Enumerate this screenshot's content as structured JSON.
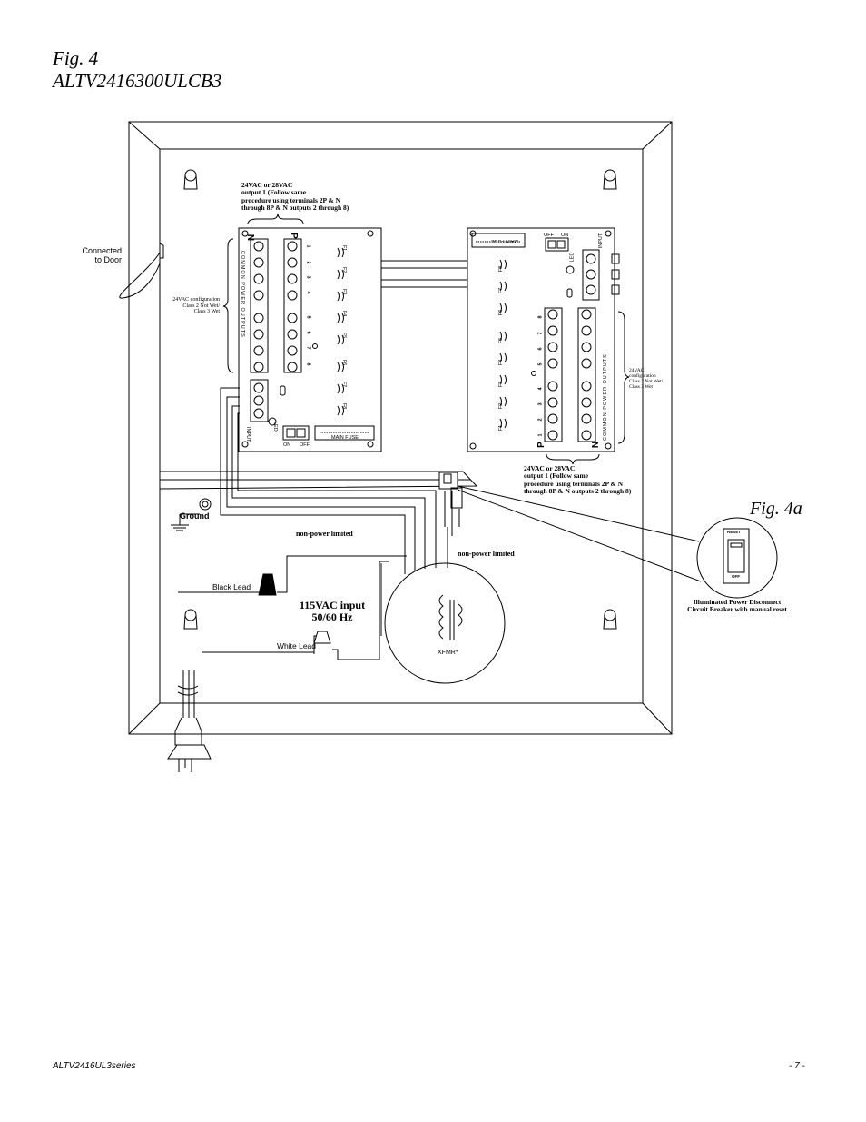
{
  "header": {
    "fig_number": "Fig. 4",
    "model": "ALTV2416300ULCB3"
  },
  "fig4a": {
    "title": "Fig. 4a",
    "caption": "Illuminated Power Disconnect\nCircuit Breaker with manual reset",
    "reset_label": "RESET",
    "off_label": "OFF"
  },
  "left_board": {
    "output_note": "24VAC or 28VAC\noutput 1 (Follow same\nprocedure using terminals 2P & N\nthrough 8P & N outputs 2 through 8)",
    "config_note": "24VAC configuration\nClass 2 Not Wet/\nClass 3 Wet",
    "n_label": "N",
    "p_label": "P",
    "vertical_label": "COMMON   POWER   OUTPUTS",
    "input_label": "INPUT",
    "led_label": "LED",
    "on_label": "ON",
    "off_label": "OFF",
    "main_fuse": "MAIN FUSE",
    "output_numbers": [
      "1",
      "2",
      "3",
      "4",
      "5",
      "6",
      "7",
      "8"
    ],
    "fuses": [
      "F1",
      "F2",
      "F3",
      "F4",
      "F5",
      "F6",
      "F7",
      "F8"
    ]
  },
  "right_board": {
    "output_note": "24VAC or 28VAC\noutput 1 (Follow same\nprocedure using terminals 2P & N\nthrough 8P & N outputs 2 through 8)",
    "config_note": "24VAC\nconfiguration\nClass 2 Not Wet/\nClass 3 Wet",
    "n_label": "N",
    "p_label": "P",
    "vertical_label": "COMMON   POWER   OUTPUTS",
    "input_label": "INPUT",
    "led_label": "LED",
    "on_label": "ON",
    "off_label": "OFF",
    "main_fuse": "MAIN FUSE",
    "output_numbers": [
      "1",
      "2",
      "3",
      "4",
      "5",
      "6",
      "7",
      "8"
    ],
    "fuses": [
      "F1",
      "F2",
      "F3",
      "F4",
      "F5",
      "F6",
      "F7",
      "F8"
    ]
  },
  "labels": {
    "connected_to_door": "Connected\nto Door",
    "ground": "Ground",
    "non_power_limited": "non-power limited",
    "black_lead": "Black Lead",
    "white_lead": "White Lead",
    "input_voltage": "115VAC input\n50/60 Hz",
    "transformer": "XFMR*"
  },
  "footer": {
    "model_series": "ALTV2416UL3series",
    "page": "- 7 -"
  }
}
